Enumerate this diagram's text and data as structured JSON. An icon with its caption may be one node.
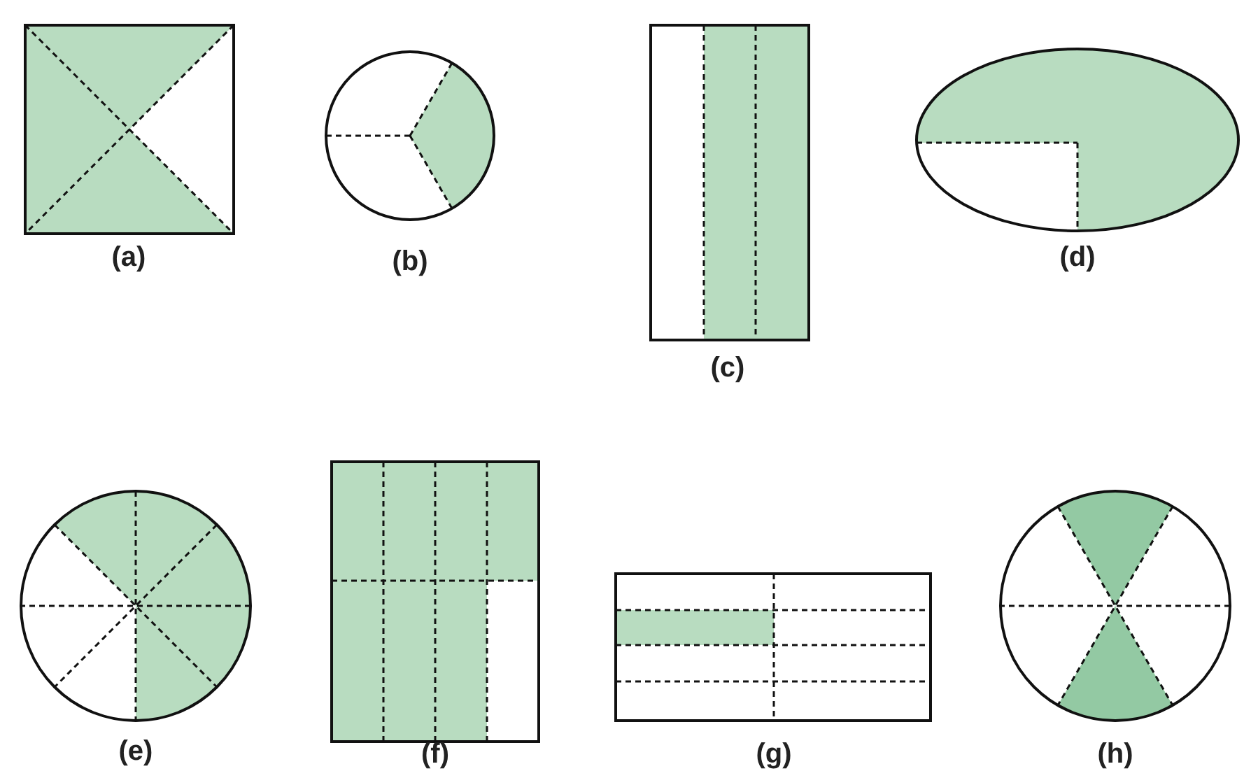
{
  "diagram": {
    "labels": [
      "(a)",
      "(b)",
      "(c)",
      "(d)",
      "(e)",
      "(f)",
      "(g)",
      "(h)"
    ]
  }
}
